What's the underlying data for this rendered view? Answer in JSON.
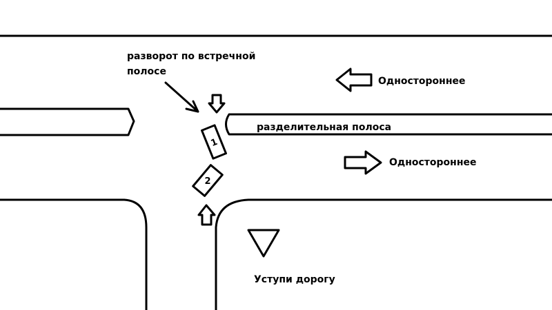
{
  "labels": {
    "u_turn": [
      "разворот по встречной",
      "полосе"
    ],
    "one_way_top": "Одностороннее",
    "median": "разделительная полоса",
    "one_way_bottom": "Одностороннее",
    "yield": "Уступи дорогу"
  },
  "cars": [
    {
      "number": "1"
    },
    {
      "number": "2"
    }
  ],
  "colors": {
    "line": "#000000",
    "background": "#ffffff"
  }
}
